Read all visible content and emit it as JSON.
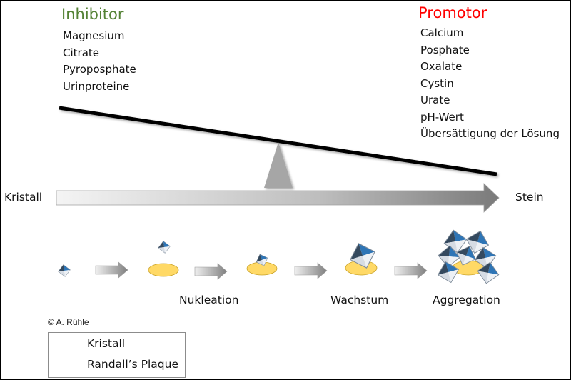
{
  "inhibitor": {
    "title": "Inhibitor",
    "color": "#548235",
    "items": [
      "Magnesium",
      "Citrate",
      "Pyroposphate",
      "Urinproteine"
    ]
  },
  "promotor": {
    "title": "Promotor",
    "color": "#ff0000",
    "items": [
      "Calcium",
      "Posphate",
      "Oxalate",
      "Cystin",
      "Urate",
      "pH-Wert",
      "Übersättigung der Lösung"
    ]
  },
  "axis": {
    "start_label": "Kristall",
    "end_label": "Stein"
  },
  "stages": {
    "nukleation": "Nukleation",
    "wachstum": "Wachstum",
    "aggregation": "Aggregation"
  },
  "copyright": "© A. Rühle",
  "legend": {
    "kristall": "Kristall",
    "plaque": "Randall’s Plaque"
  },
  "colors": {
    "plaque_fill": "#ffd966",
    "plaque_stroke": "#c9a227",
    "crystal_dark": "#34495e",
    "crystal_blue": "#2e75b6",
    "crystal_light": "#d6dce4",
    "fulcrum": "#a6a6a6",
    "beam": "#000000"
  }
}
